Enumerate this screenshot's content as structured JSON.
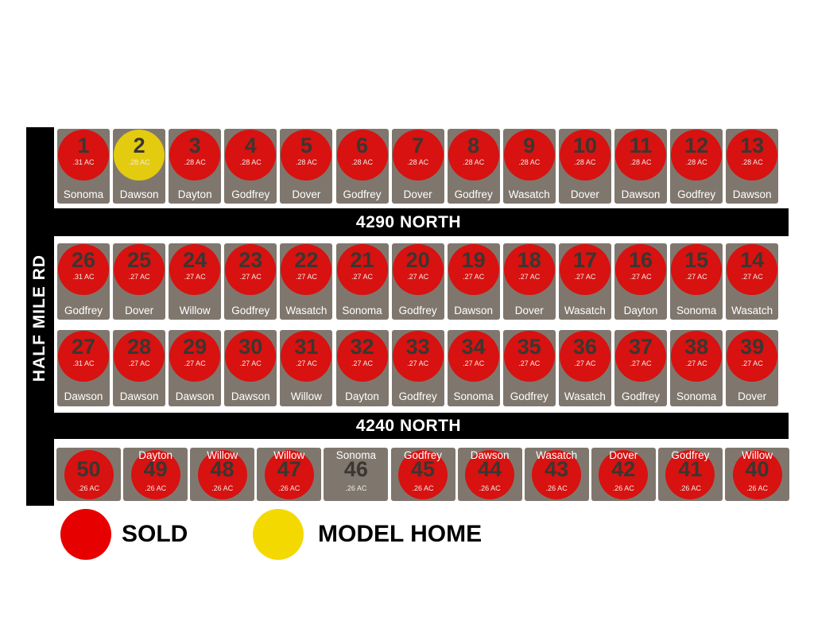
{
  "colors": {
    "sold": "#e60000",
    "model_home": "#f4d900",
    "lot_fill": "#7f776e",
    "road": "#000000"
  },
  "roads": {
    "main": "HALF MILE RD",
    "upper_street": "4290 NORTH",
    "lower_street": "4240 NORTH"
  },
  "lot_rows": [
    {
      "row": "row-1",
      "lots": [
        {
          "number": "1",
          "acres": ".31 AC",
          "model": "Sonoma",
          "status": "sold"
        },
        {
          "number": "2",
          "acres": ".28 AC",
          "model": "Dawson",
          "status": "model_home"
        },
        {
          "number": "3",
          "acres": ".28 AC",
          "model": "Dayton",
          "status": "sold"
        },
        {
          "number": "4",
          "acres": ".28 AC",
          "model": "Godfrey",
          "status": "sold"
        },
        {
          "number": "5",
          "acres": ".28 AC",
          "model": "Dover",
          "status": "sold"
        },
        {
          "number": "6",
          "acres": ".28 AC",
          "model": "Godfrey",
          "status": "sold"
        },
        {
          "number": "7",
          "acres": ".28 AC",
          "model": "Dover",
          "status": "sold"
        },
        {
          "number": "8",
          "acres": ".28 AC",
          "model": "Godfrey",
          "status": "sold"
        },
        {
          "number": "9",
          "acres": ".28 AC",
          "model": "Wasatch",
          "status": "sold"
        },
        {
          "number": "10",
          "acres": ".28 AC",
          "model": "Dover",
          "status": "sold"
        },
        {
          "number": "11",
          "acres": ".28 AC",
          "model": "Dawson",
          "status": "sold"
        },
        {
          "number": "12",
          "acres": ".28 AC",
          "model": "Godfrey",
          "status": "sold"
        },
        {
          "number": "13",
          "acres": ".28 AC",
          "model": "Dawson",
          "status": "sold"
        }
      ]
    },
    {
      "row": "row-2",
      "lots": [
        {
          "number": "26",
          "acres": ".31 AC",
          "model": "Godfrey",
          "status": "sold"
        },
        {
          "number": "25",
          "acres": ".27 AC",
          "model": "Dover",
          "status": "sold"
        },
        {
          "number": "24",
          "acres": ".27 AC",
          "model": "Willow",
          "status": "sold"
        },
        {
          "number": "23",
          "acres": ".27 AC",
          "model": "Godfrey",
          "status": "sold"
        },
        {
          "number": "22",
          "acres": ".27 AC",
          "model": "Wasatch",
          "status": "sold"
        },
        {
          "number": "21",
          "acres": ".27 AC",
          "model": "Sonoma",
          "status": "sold"
        },
        {
          "number": "20",
          "acres": ".27 AC",
          "model": "Godfrey",
          "status": "sold"
        },
        {
          "number": "19",
          "acres": ".27 AC",
          "model": "Dawson",
          "status": "sold"
        },
        {
          "number": "18",
          "acres": ".27 AC",
          "model": "Dover",
          "status": "sold"
        },
        {
          "number": "17",
          "acres": ".27 AC",
          "model": "Wasatch",
          "status": "sold"
        },
        {
          "number": "16",
          "acres": ".27 AC",
          "model": "Dayton",
          "status": "sold"
        },
        {
          "number": "15",
          "acres": ".27 AC",
          "model": "Sonoma",
          "status": "sold"
        },
        {
          "number": "14",
          "acres": ".27 AC",
          "model": "Wasatch",
          "status": "sold"
        }
      ]
    },
    {
      "row": "row-3",
      "lots": [
        {
          "number": "27",
          "acres": ".31 AC",
          "model": "Dawson",
          "status": "sold"
        },
        {
          "number": "28",
          "acres": ".27 AC",
          "model": "Dawson",
          "status": "sold"
        },
        {
          "number": "29",
          "acres": ".27 AC",
          "model": "Dawson",
          "status": "sold"
        },
        {
          "number": "30",
          "acres": ".27 AC",
          "model": "Dawson",
          "status": "sold"
        },
        {
          "number": "31",
          "acres": ".27 AC",
          "model": "Willow",
          "status": "sold"
        },
        {
          "number": "32",
          "acres": ".27 AC",
          "model": "Dayton",
          "status": "sold"
        },
        {
          "number": "33",
          "acres": ".27 AC",
          "model": "Godfrey",
          "status": "sold"
        },
        {
          "number": "34",
          "acres": ".27 AC",
          "model": "Sonoma",
          "status": "sold"
        },
        {
          "number": "35",
          "acres": ".27 AC",
          "model": "Godfrey",
          "status": "sold"
        },
        {
          "number": "36",
          "acres": ".27 AC",
          "model": "Wasatch",
          "status": "sold"
        },
        {
          "number": "37",
          "acres": ".27 AC",
          "model": "Godfrey",
          "status": "sold"
        },
        {
          "number": "38",
          "acres": ".27 AC",
          "model": "Sonoma",
          "status": "sold"
        },
        {
          "number": "39",
          "acres": ".27 AC",
          "model": "Dover",
          "status": "sold"
        }
      ]
    },
    {
      "row": "row-4",
      "lots": [
        {
          "number": "50",
          "acres": ".26 AC",
          "model": "",
          "status": "sold"
        },
        {
          "number": "49",
          "acres": ".26 AC",
          "model": "Dayton",
          "status": "sold"
        },
        {
          "number": "48",
          "acres": ".26 AC",
          "model": "Willow",
          "status": "sold"
        },
        {
          "number": "47",
          "acres": ".26 AC",
          "model": "Willow",
          "status": "sold"
        },
        {
          "number": "46",
          "acres": ".26 AC",
          "model": "Sonoma",
          "status": "available"
        },
        {
          "number": "45",
          "acres": ".26 AC",
          "model": "Godfrey",
          "status": "sold"
        },
        {
          "number": "44",
          "acres": ".26 AC",
          "model": "Dawson",
          "status": "sold"
        },
        {
          "number": "43",
          "acres": ".26 AC",
          "model": "Wasatch",
          "status": "sold"
        },
        {
          "number": "42",
          "acres": ".26 AC",
          "model": "Dover",
          "status": "sold"
        },
        {
          "number": "41",
          "acres": ".26 AC",
          "model": "Godfrey",
          "status": "sold"
        },
        {
          "number": "40",
          "acres": ".26 AC",
          "model": "Willow",
          "status": "sold"
        }
      ]
    }
  ],
  "legend": [
    {
      "label": "SOLD",
      "status": "sold"
    },
    {
      "label": "MODEL HOME",
      "status": "model_home"
    }
  ]
}
